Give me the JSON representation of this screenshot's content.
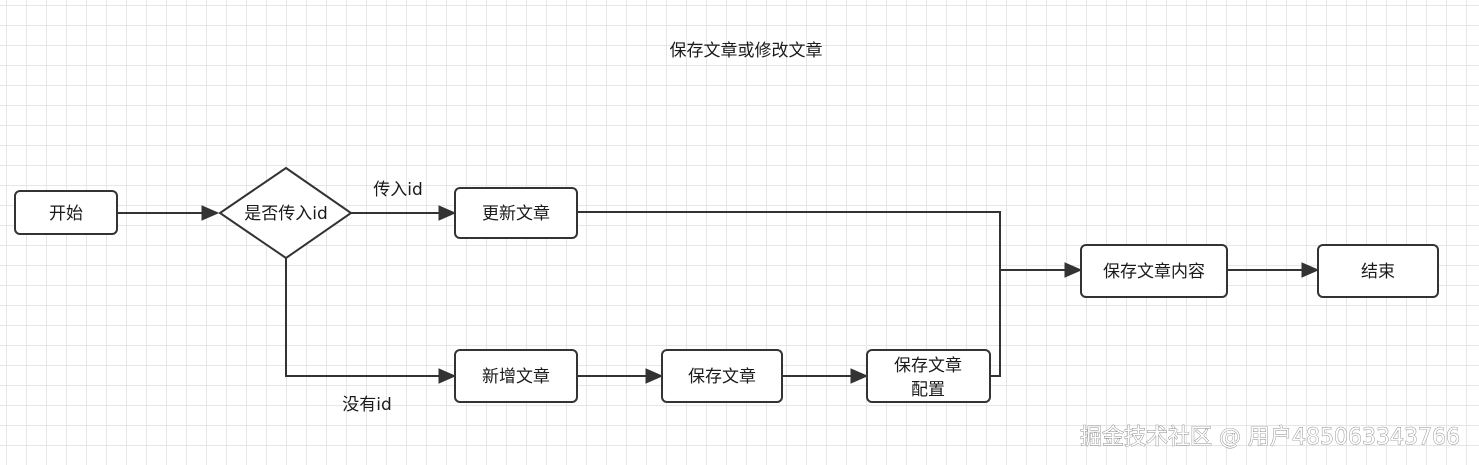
{
  "diagram": {
    "title": "保存文章或修改文章",
    "nodes": [
      {
        "id": "start",
        "label": "开始"
      },
      {
        "id": "decision",
        "label": "是否传入id"
      },
      {
        "id": "update",
        "label": "更新文章"
      },
      {
        "id": "add",
        "label": "新增文章"
      },
      {
        "id": "save-article",
        "label": "保存文章"
      },
      {
        "id": "save-config",
        "label_lines": [
          "保存文章",
          "配置"
        ]
      },
      {
        "id": "save-content",
        "label": "保存文章内容"
      },
      {
        "id": "end",
        "label": "结束"
      }
    ],
    "edges": [
      {
        "from": "start",
        "to": "decision",
        "label": ""
      },
      {
        "from": "decision",
        "to": "update",
        "label": "传入id"
      },
      {
        "from": "decision",
        "to": "add",
        "label": "没有id"
      },
      {
        "from": "add",
        "to": "save-article",
        "label": ""
      },
      {
        "from": "save-article",
        "to": "save-config",
        "label": ""
      },
      {
        "from": "update",
        "to": "save-content",
        "label": ""
      },
      {
        "from": "save-config",
        "to": "save-content",
        "label": ""
      },
      {
        "from": "save-content",
        "to": "end",
        "label": ""
      }
    ]
  },
  "watermark": {
    "text": "掘金技术社区 @ 用户485063343766"
  }
}
